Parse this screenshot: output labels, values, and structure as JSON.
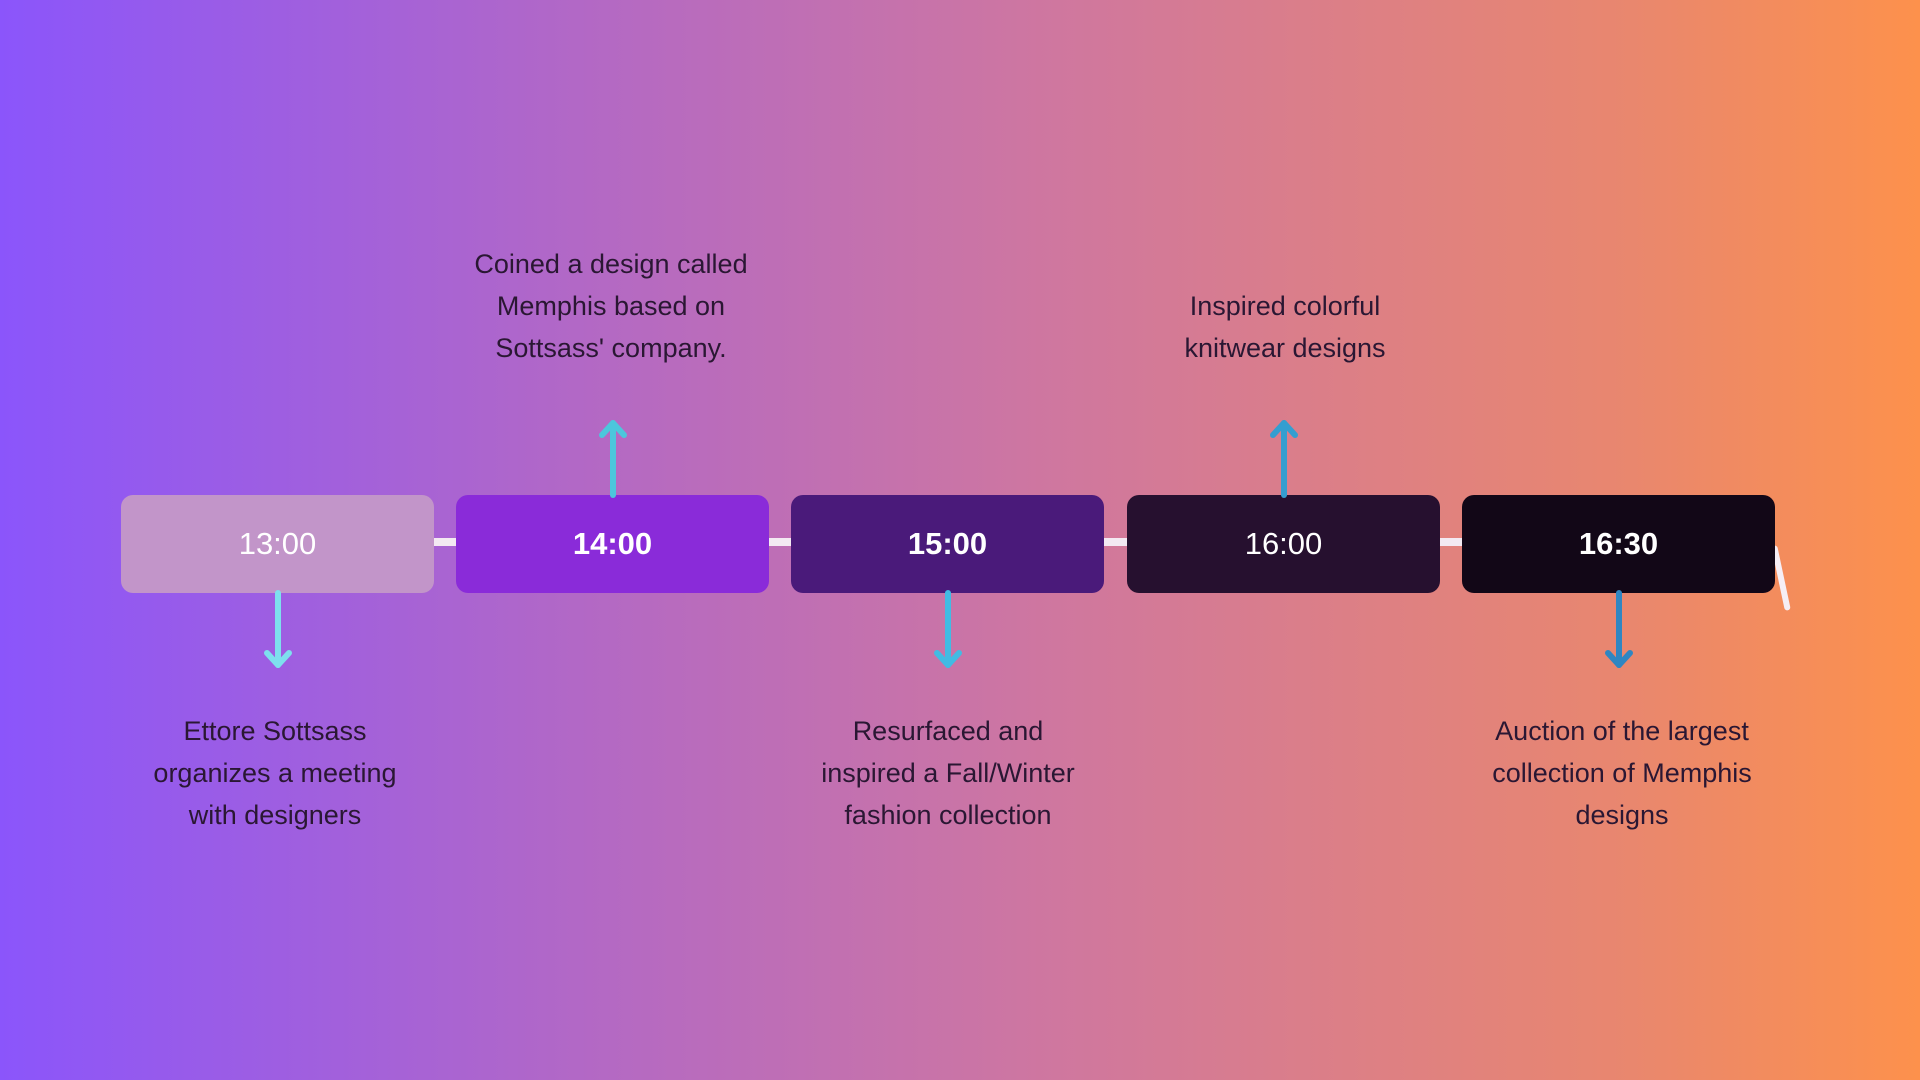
{
  "colors": {
    "connector": "#f3e9f2",
    "arrow_1": "#7ee0ee",
    "arrow_2": "#4cc6dc",
    "arrow_3": "#42bbe3",
    "arrow_4": "#349ed0",
    "arrow_5": "#2f86c2"
  },
  "timeline": [
    {
      "time": "13:00",
      "box_color": "#c295c9",
      "direction": "down",
      "caption": [
        "Ettore Sottsass",
        "organizes a meeting",
        "with designers"
      ]
    },
    {
      "time": "14:00",
      "box_color": "#8a2bd9",
      "direction": "up",
      "caption": [
        "Coined a design called",
        "Memphis based on",
        "Sottsass' company."
      ]
    },
    {
      "time": "15:00",
      "box_color": "#4a1a7a",
      "direction": "down",
      "caption": [
        "Resurfaced and",
        "inspired a Fall/Winter",
        "fashion collection"
      ]
    },
    {
      "time": "16:00",
      "box_color": "#26102f",
      "direction": "up",
      "caption": [
        "Inspired colorful",
        "knitwear designs"
      ]
    },
    {
      "time": "16:30",
      "box_color": "#120717",
      "direction": "down",
      "caption": [
        "Auction of the largest",
        "collection of Memphis",
        "designs"
      ]
    }
  ]
}
